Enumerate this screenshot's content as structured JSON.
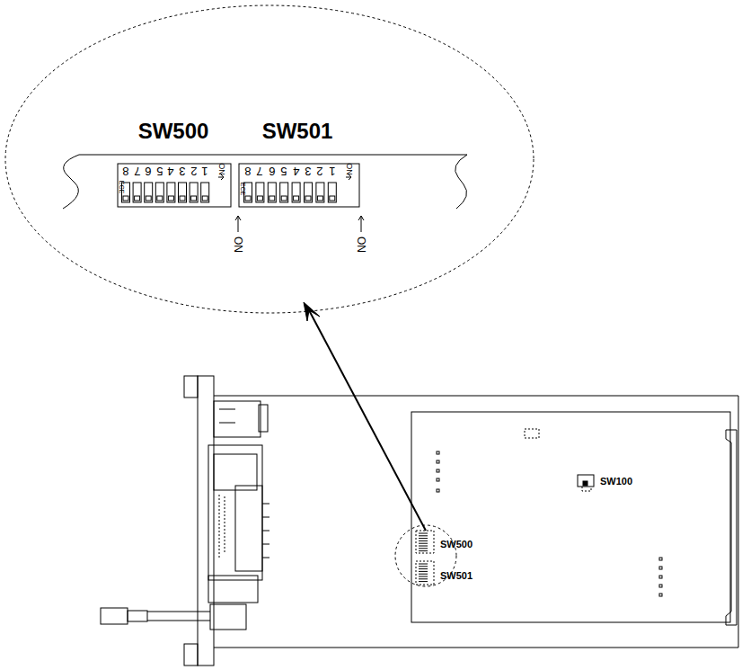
{
  "diagram": {
    "labels": [
      "SW500",
      "SW501",
      "8",
      "7",
      "6",
      "5",
      "4",
      "3",
      "2",
      "1",
      "ON",
      "ECE",
      "8",
      "7",
      "6",
      "5",
      "4",
      "3",
      "2",
      "1",
      "ON",
      "ECE",
      "ON",
      "ON",
      "SW100",
      "SW500",
      "SW501"
    ]
  }
}
